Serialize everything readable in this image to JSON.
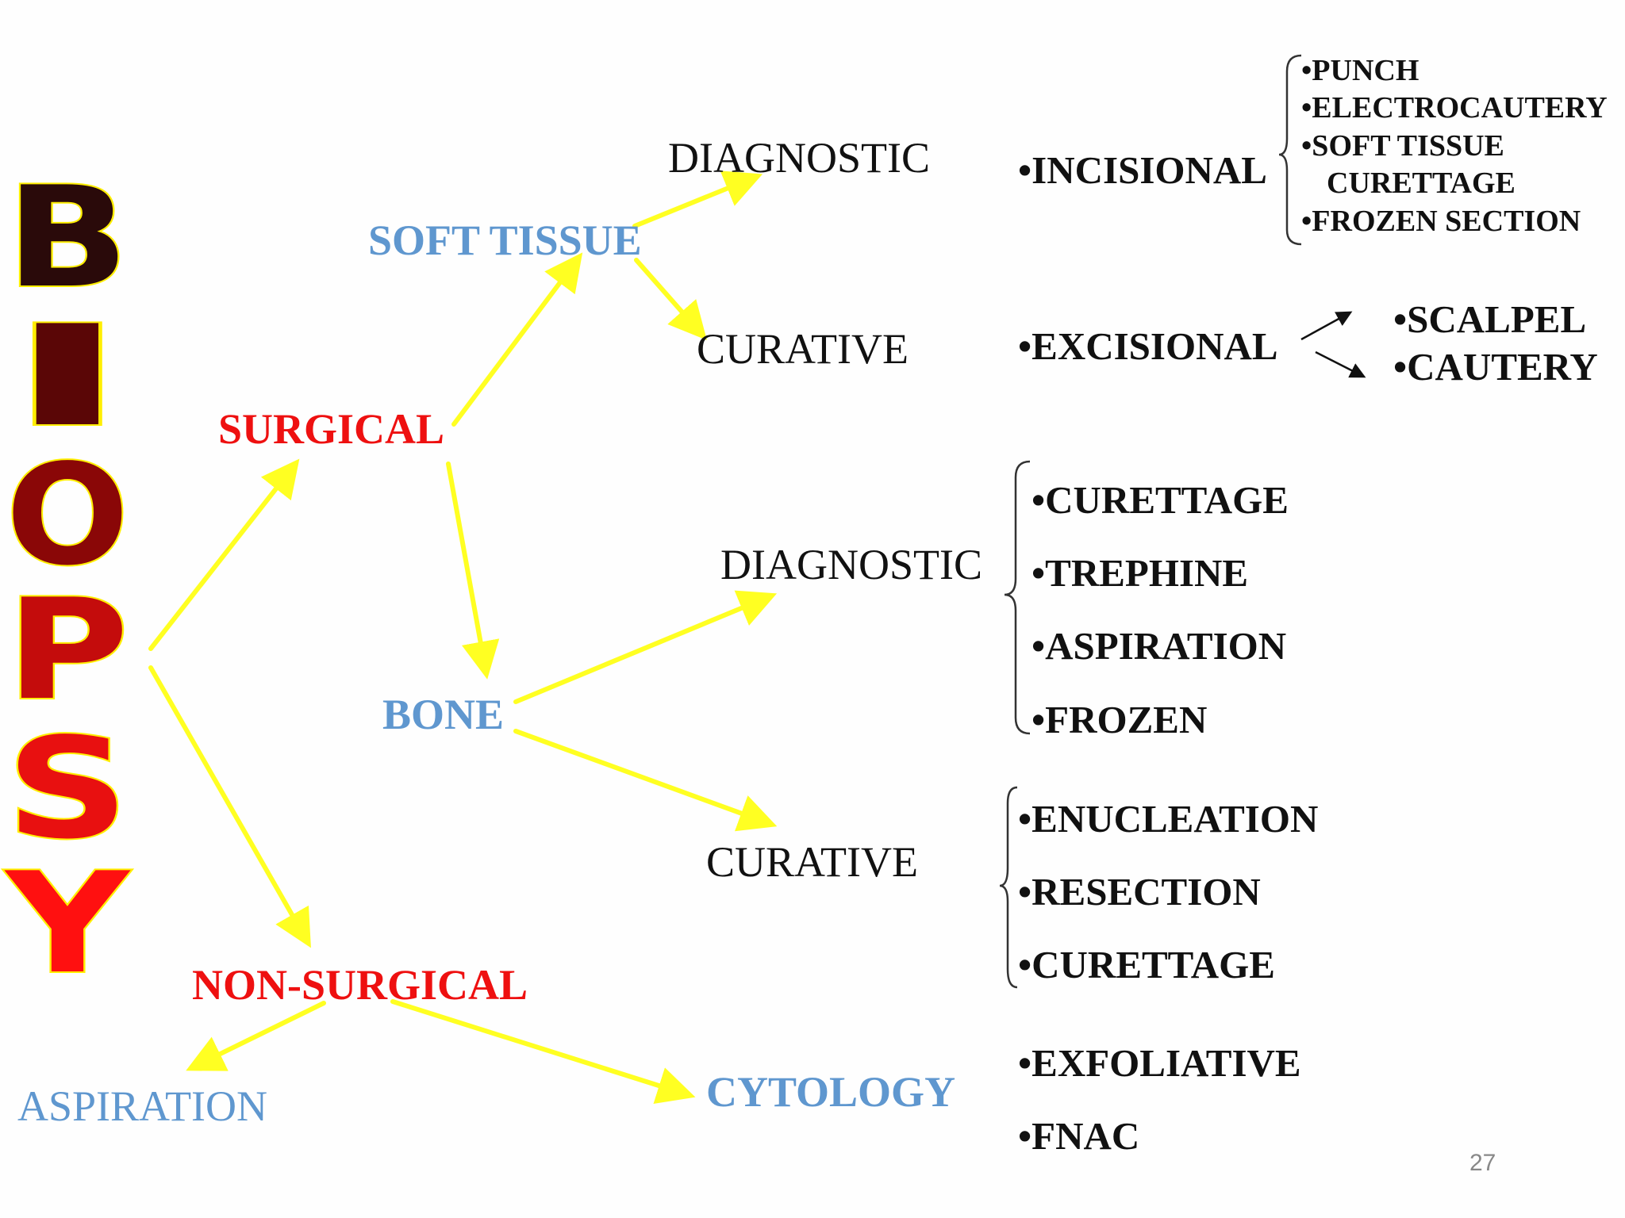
{
  "title_letters": [
    "B",
    "I",
    "O",
    "P",
    "S",
    "Y"
  ],
  "title_colors": [
    "#2a0a0a",
    "#5a0606",
    "#8a0707",
    "#c40c0c",
    "#e81010",
    "#ff1010"
  ],
  "title_outline_color": "#ffee00",
  "arrow_color": "#ffff22",
  "colors": {
    "blue": "#5f97cf",
    "red": "#ee1010",
    "black": "#111111"
  },
  "branches": {
    "surgical": "SURGICAL",
    "non_surgical": "NON-SURGICAL",
    "soft_tissue": "SOFT TISSUE",
    "bone": "BONE",
    "aspiration": "ASPIRATION",
    "cytology": "CYTOLOGY"
  },
  "soft_tissue": {
    "diagnostic": "DIAGNOSTIC",
    "curative": "CURATIVE",
    "incisional": "•INCISIONAL",
    "excisional": "•EXCISIONAL",
    "incisional_items": [
      "•PUNCH",
      "•ELECTROCAUTERY",
      "•SOFT TISSUE",
      "CURETTAGE",
      "•FROZEN SECTION"
    ],
    "excisional_items": [
      "•SCALPEL",
      "•CAUTERY"
    ]
  },
  "bone": {
    "diagnostic": "DIAGNOSTIC",
    "curative": "CURATIVE",
    "diagnostic_items": [
      "•CURETTAGE",
      "•TREPHINE",
      "•ASPIRATION",
      "•FROZEN"
    ],
    "curative_items": [
      "•ENUCLEATION",
      "•RESECTION",
      "•CURETTAGE"
    ]
  },
  "cytology_items": [
    "•EXFOLIATIVE",
    "•FNAC"
  ],
  "page_number": "27"
}
